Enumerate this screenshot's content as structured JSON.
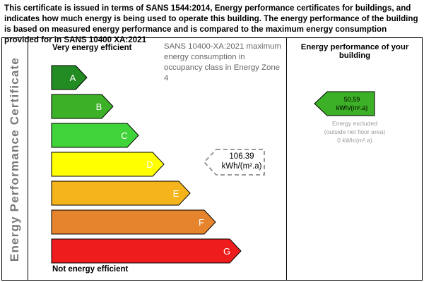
{
  "intro": "This certificate is issued in terms of SANS 1544:2014, Energy performance certificates for buildings, and indicates how much energy is being used to operate this building. The energy performance of the building is based on measured energy performance and is compared to the maximum energy consumption provided for in SANS 10400 XA:2021",
  "sidebar_title": "Energy Performance Certificate",
  "rating": {
    "top_label": "Very energy efficient",
    "bottom_label": "Not energy efficient",
    "classes": [
      {
        "letter": "A",
        "color": "#228b22"
      },
      {
        "letter": "B",
        "color": "#3cb026"
      },
      {
        "letter": "C",
        "color": "#41d43a"
      },
      {
        "letter": "D",
        "color": "#ffff00"
      },
      {
        "letter": "E",
        "color": "#f5b41c"
      },
      {
        "letter": "F",
        "color": "#e6842e"
      },
      {
        "letter": "G",
        "color": "#ee1c1c"
      }
    ]
  },
  "sans_note": "SANS 10400-XA:2021 maximum energy consumption in occupancy class in Energy Zone 4",
  "max_indicator": {
    "value": "106.39",
    "unit": "kWh/(m².a)",
    "class": "D"
  },
  "performance": {
    "heading": "Energy performance of your building",
    "value": "50,59",
    "unit": "kWh/(m².a)",
    "class": "B",
    "excluded_line1": "Energy  excluded",
    "excluded_line2": "(outside net floor area)",
    "excluded_line3": "0 kWh/(m².a)"
  }
}
